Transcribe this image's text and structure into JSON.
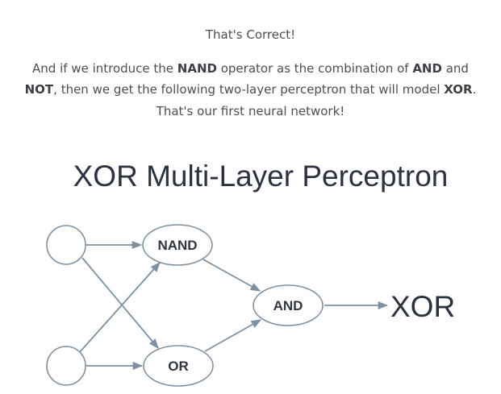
{
  "status": "That's Correct!",
  "paragraph": {
    "l1_a": "And if we introduce the ",
    "l1_b": "NAND",
    "l1_c": " operator as the combination of ",
    "l1_d": "AND",
    "l1_e": " and",
    "l2_a": "NOT",
    "l2_b": ", then we get the following two-layer perceptron that will model ",
    "l2_c": "XOR",
    "l2_d": ".",
    "l3": "That's our first neural network!"
  },
  "diagram": {
    "title": "XOR Multi-Layer Perceptron",
    "nodes": {
      "nand": "NAND",
      "or": "OR",
      "and": "AND"
    },
    "output": "XOR",
    "stroke_color": "#7d91a3"
  }
}
